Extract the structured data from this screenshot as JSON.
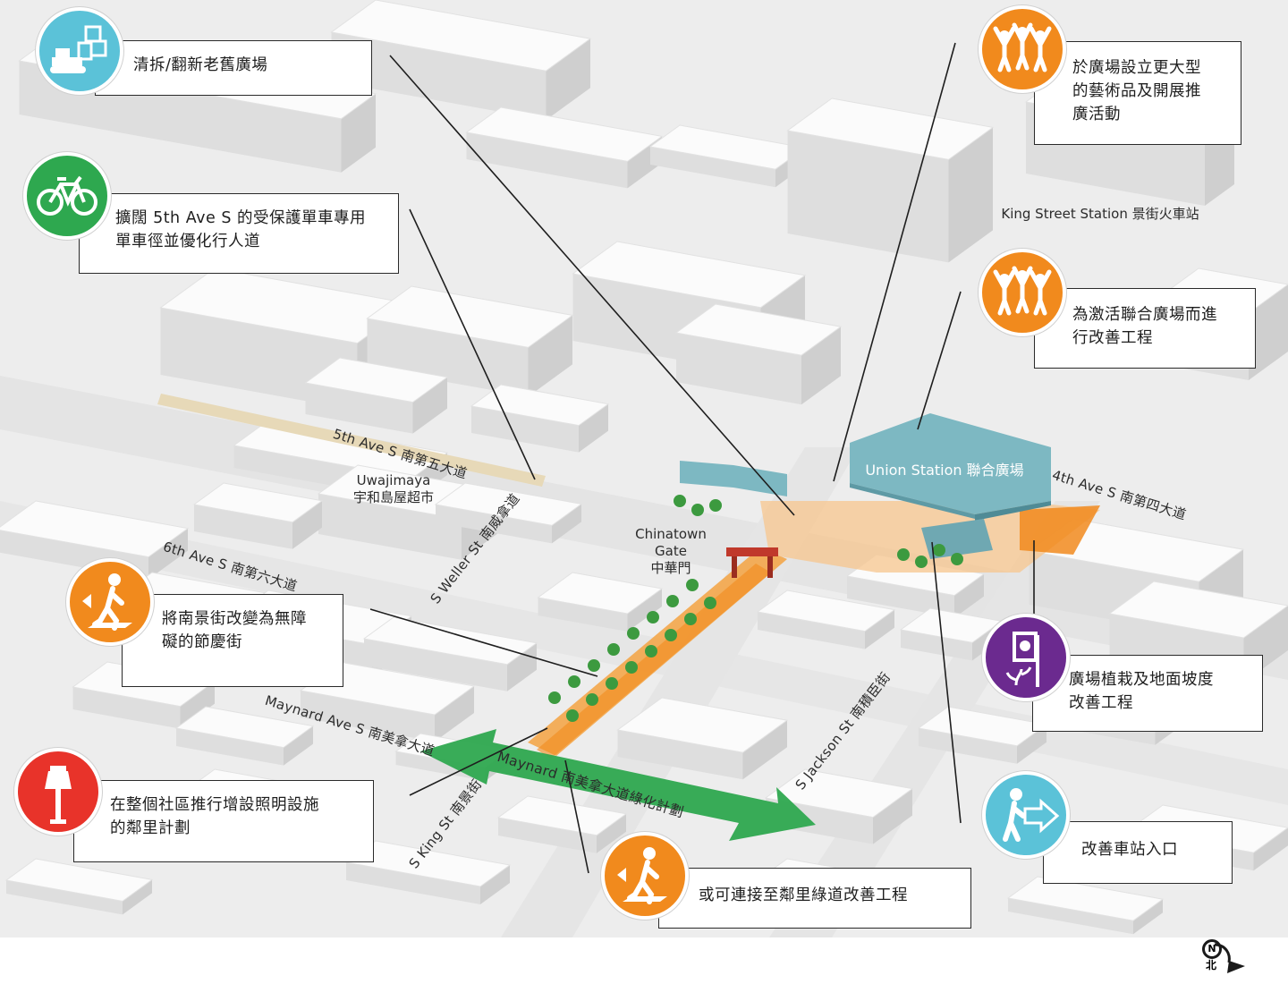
{
  "callouts": [
    {
      "id": "demolish",
      "lines": [
        "清拆/翻新老舊廣場"
      ],
      "icon": "demolition-icon",
      "color": "#5bc2d8"
    },
    {
      "id": "bike",
      "lines": [
        "擴闊 5th Ave S 的受保護單車專用",
        "單車徑並優化行人道"
      ],
      "icon": "bicycle-icon",
      "color": "#2ea84f"
    },
    {
      "id": "art",
      "lines": [
        "於廣場設立更大型",
        "的藝術品及開展推",
        "廣活動"
      ],
      "icon": "people-celebrating-icon",
      "color": "#f18a1d"
    },
    {
      "id": "activate",
      "lines": [
        "為激活聯合廣場而進",
        "行改善工程"
      ],
      "icon": "people-celebrating-icon",
      "color": "#f18a1d"
    },
    {
      "id": "festival",
      "lines": [
        "將南景街改變為無障",
        "礙的節慶街"
      ],
      "icon": "pedestrian-icon",
      "color": "#f18a1d"
    },
    {
      "id": "planting",
      "lines": [
        "廣場植栽及地面坡度",
        "改善工程"
      ],
      "icon": "planting-sign-icon",
      "color": "#6b2a8f"
    },
    {
      "id": "lighting",
      "lines": [
        "在整個社區推行增設照明設施",
        "的鄰里計劃"
      ],
      "icon": "street-lamp-icon",
      "color": "#e8332a"
    },
    {
      "id": "greenway",
      "lines": [
        "或可連接至鄰里綠道改善工程"
      ],
      "icon": "pedestrian-icon",
      "color": "#f18a1d"
    },
    {
      "id": "station",
      "lines": [
        "改善車站入口"
      ],
      "icon": "pedestrian-arrow-icon",
      "color": "#5bc2d8"
    }
  ],
  "streets": {
    "fifth_ave": "5th Ave S 南第五大道",
    "sixth_ave": "6th Ave S 南第六大道",
    "fourth_ave": "4th Ave S 南第四大道",
    "weller": "S Weller St 南威拿道",
    "maynard_ave": "Maynard Ave S 南美拿大道",
    "king": "S King St 南景街",
    "jackson": "S Jackson St 南積臣街",
    "maynard_green": "Maynard 南美拿大道綠化計劃"
  },
  "places": {
    "uwajimaya": [
      "Uwajimaya",
      "宇和島屋超市"
    ],
    "chinatown_gate": [
      "Chinatown Gate",
      "中華門"
    ],
    "union_station": "Union Station 聯合廣場",
    "king_street_station": "King Street Station 景街火車站"
  },
  "north": {
    "letter": "N",
    "chinese": "北"
  },
  "colors": {
    "orange": "#f18a1d",
    "teal": "#6fb0bc",
    "green_arrow": "#2ea84f"
  }
}
